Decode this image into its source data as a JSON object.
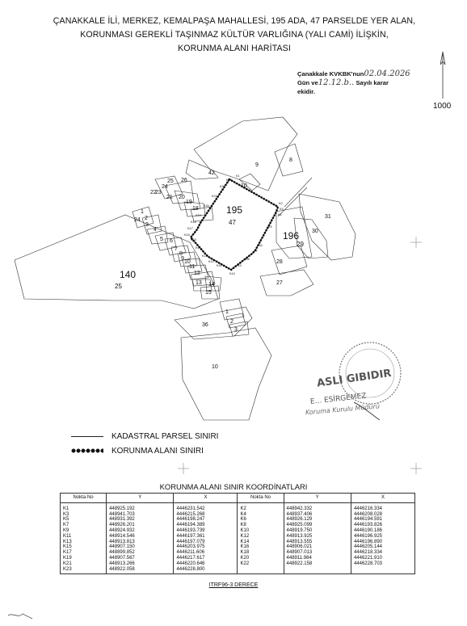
{
  "title": {
    "line1": "ÇANAKKALE İLİ, MERKEZ, KEMALPAŞA MAHALLESİ, 195 ADA, 47 PARSELDE YER ALAN,",
    "line2": "KORUNMASI GEREKLİ TAŞINMAZ KÜLTÜR VARLIĞINA (YALI CAMİ) İLİŞKİN,",
    "line3": "KORUNMA ALANI HARİTASI"
  },
  "approval": {
    "line1_prefix": "Çanakkale KVKBK'nun",
    "date_written": "02.04.2026",
    "line2_prefix": "Gün ve",
    "decision_written": "12.12.b..",
    "line2_suffix": "Sayılı karar",
    "line3": "ekidir."
  },
  "scale_text": "1000",
  "map": {
    "block_labels": [
      "195",
      "196",
      "140"
    ],
    "parcel_labels": [
      "47",
      "29",
      "25",
      "9",
      "8",
      "42",
      "10",
      "31",
      "30",
      "28",
      "27",
      "26",
      "25",
      "24",
      "23",
      "22",
      "21",
      "20",
      "19",
      "18",
      "1",
      "2",
      "3",
      "24",
      "4",
      "5",
      "6",
      "7",
      "8",
      "9",
      "10",
      "11",
      "12",
      "13",
      "14",
      "15",
      "36",
      "1",
      "2",
      "3",
      "10"
    ],
    "point_labels": [
      "K1",
      "K2",
      "K3",
      "K4",
      "K5",
      "K6",
      "K7",
      "K8",
      "K9",
      "K10",
      "K11",
      "K12",
      "K13",
      "K14",
      "K15",
      "K16",
      "K17",
      "K18",
      "K19",
      "K20",
      "K21",
      "K22",
      "K23"
    ]
  },
  "stamp": {
    "name": "ASLI GIBIDIR",
    "signature": "E... ESİRGEMEZ",
    "org": "Koruma Kurulu Müdürü"
  },
  "legend": {
    "cadastral": "KADASTRAL PARSEL SINIRI",
    "protection": "KORUNMA ALANI SINIRI"
  },
  "table": {
    "title": "KORUNMA ALANI SINIR KOORDİNATLARI",
    "headers": [
      "Nokta No",
      "Y",
      "X",
      "Nokta No",
      "Y",
      "X"
    ],
    "rows": [
      [
        "K1",
        "448925.192",
        "4446231.542",
        "K2",
        "448942.332",
        "4446216.334"
      ],
      [
        "K3",
        "448941.703",
        "4446215.268",
        "K4",
        "448937.406",
        "4446208.028"
      ],
      [
        "K5",
        "448931.392",
        "4446198.247",
        "K6",
        "448926.129",
        "4446194.591"
      ],
      [
        "K7",
        "448926.201",
        "4446194.389",
        "K8",
        "448925.099",
        "4446193.826"
      ],
      [
        "K9",
        "448924.932",
        "4446193.739",
        "K10",
        "448919.750",
        "4446190.186"
      ],
      [
        "K11",
        "448914.546",
        "4446197.361",
        "K12",
        "448913.925",
        "4446196.925"
      ],
      [
        "K13",
        "448913.813",
        "4446197.079",
        "K14",
        "448913.555",
        "4446196.890"
      ],
      [
        "K15",
        "448907.150",
        "4446203.975",
        "K16",
        "448906.021",
        "4446205.144"
      ],
      [
        "K17",
        "448899.852",
        "4446211.606",
        "K18",
        "448907.013",
        "4446218.334"
      ],
      [
        "K19",
        "448907.567",
        "4446217.617",
        "K20",
        "448911.984",
        "4446221.910"
      ],
      [
        "K21",
        "448913.266",
        "4446220.646",
        "K22",
        "448922.158",
        "4446228.703"
      ],
      [
        "K23",
        "448922.058",
        "4446228.800",
        "",
        "",
        ""
      ]
    ]
  },
  "datum": "ITRF96-3 DERECE"
}
